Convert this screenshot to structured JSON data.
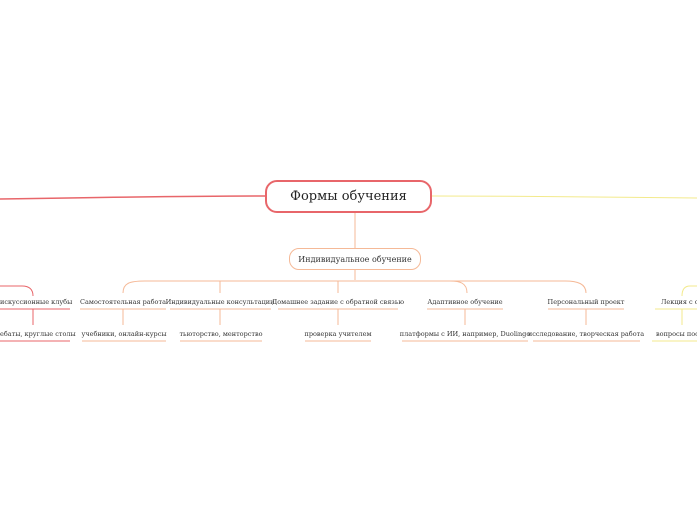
{
  "root": {
    "title": "Формы обучения"
  },
  "central": {
    "label": "Индивидуальное обучение"
  },
  "topics": [
    {
      "label": "Самостоятельная работа",
      "detail": "учебники, онлайн-курсы"
    },
    {
      "label": "Индивидуальные консультации",
      "detail": "тьюторство, менторство"
    },
    {
      "label": "Домашнее задание с обратной связью",
      "detail": "проверка учителем"
    },
    {
      "label": "Адаптивное обучение",
      "detail": "платформы с ИИ, например, Duolingo"
    },
    {
      "label": "Персональный проект",
      "detail": "исследование, творческая работа"
    }
  ],
  "left_partial": {
    "label": "искуссионные клубы",
    "detail": "ебаты, круглые столы"
  },
  "right_partial": {
    "label": "Лекция с об",
    "detail": "вопросы посл"
  },
  "colors": {
    "root_border": "#e8666a",
    "left_branch": "#e8666a",
    "right_branch": "#f3ea8c",
    "central_branch": "#f5b997"
  }
}
